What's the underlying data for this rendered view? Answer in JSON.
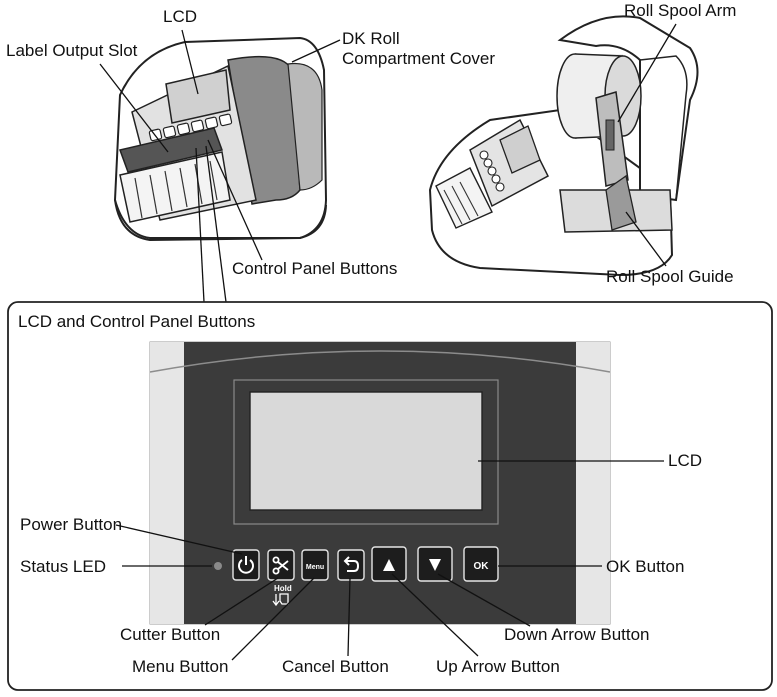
{
  "colors": {
    "panel_dark": "#3b3b3b",
    "panel_side": "#d2d2d2",
    "button_face": "#1d1d1d",
    "lcd_screen": "#d9d9d9",
    "outline": "#222222"
  },
  "top_labels": {
    "lcd": "LCD",
    "label_output_slot": "Label Output Slot",
    "dk_roll_line1": "DK Roll",
    "dk_roll_line2": "Compartment Cover",
    "control_panel_buttons": "Control Panel Buttons",
    "roll_spool_arm": "Roll Spool Arm",
    "roll_spool_guide": "Roll Spool Guide"
  },
  "panel": {
    "heading": "LCD and Control Panel Buttons",
    "labels": {
      "lcd": "LCD",
      "power_button": "Power Button",
      "status_led": "Status LED",
      "ok_button": "OK Button",
      "cutter_button": "Cutter Button",
      "down_arrow_button": "Down Arrow Button",
      "menu_button": "Menu Button",
      "cancel_button": "Cancel Button",
      "up_arrow_button": "Up Arrow Button"
    },
    "button_text": {
      "menu": "Menu",
      "ok": "OK",
      "hold": "Hold"
    },
    "icons": {
      "power": "power-icon",
      "cutter": "scissors-icon",
      "cancel": "return-arrow-icon",
      "up": "triangle-up-icon",
      "down": "triangle-down-icon",
      "feed": "feed-icon"
    }
  }
}
